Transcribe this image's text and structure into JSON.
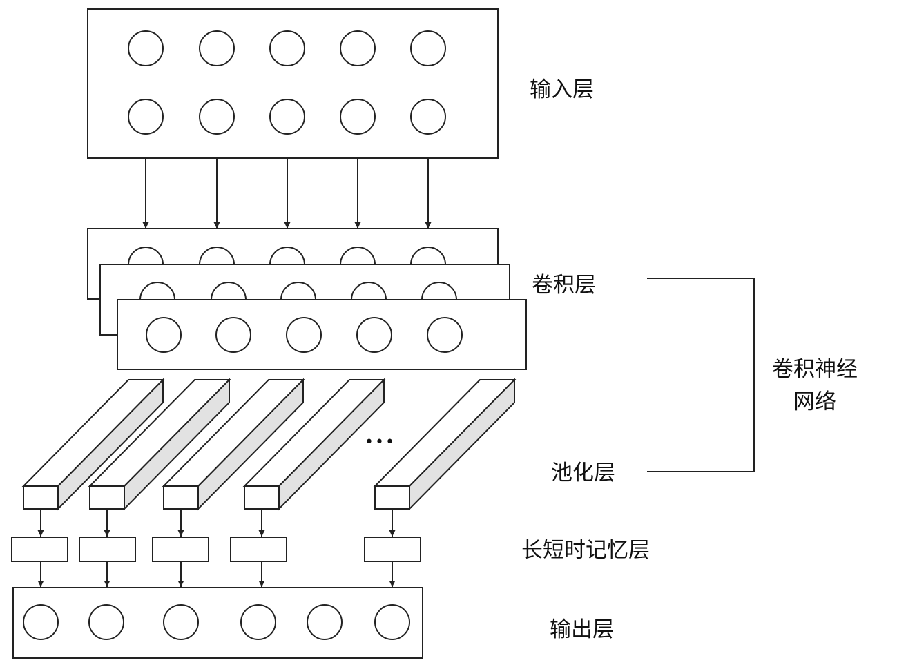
{
  "layers": {
    "input": "输入层",
    "conv": "卷积层",
    "pool": "池化层",
    "lstm": "长短时记忆层",
    "output": "输出层"
  },
  "group": {
    "line1": "卷积神经",
    "line2": "网络"
  },
  "ellipsis": "•••",
  "colors": {
    "stroke": "#222222",
    "prism_side": "#e2e2e2",
    "fill": "#ffffff"
  }
}
